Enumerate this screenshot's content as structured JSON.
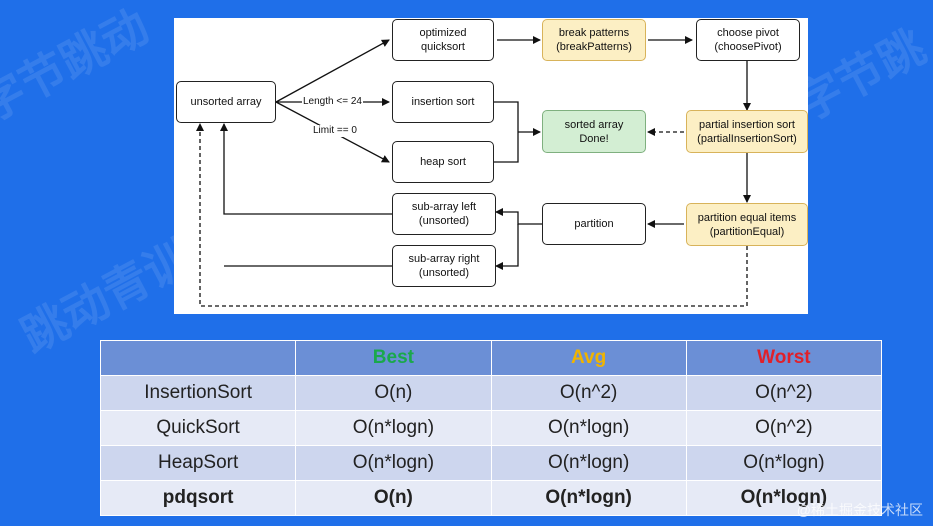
{
  "diagram": {
    "nodes": {
      "unsorted": "unsorted array",
      "optimized_quicksort": "optimized\nquicksort",
      "insertion_sort": "insertion sort",
      "heap_sort": "heap sort",
      "break_patterns": "break patterns\n(breakPatterns)",
      "choose_pivot": "choose pivot\n(choosePivot)",
      "sorted_done": "sorted array\nDone!",
      "partial_insertion": "partial insertion sort\n(partialInsertionSort)",
      "partition_equal": "partition equal items\n(partitionEqual)",
      "partition": "partition",
      "sub_left": "sub-array left\n(unsorted)",
      "sub_right": "sub-array right\n(unsorted)"
    },
    "edge_labels": {
      "length": "Length <= 24",
      "limit": "Limit == 0"
    }
  },
  "table": {
    "headers": [
      "",
      "Best",
      "Avg",
      "Worst"
    ],
    "header_colors": [
      "#222222",
      "#1aa84b",
      "#f0b400",
      "#e0202a"
    ],
    "rows": [
      [
        "InsertionSort",
        "O(n)",
        "O(n^2)",
        "O(n^2)"
      ],
      [
        "QuickSort",
        "O(n*logn)",
        "O(n*logn)",
        "O(n^2)"
      ],
      [
        "HeapSort",
        "O(n*logn)",
        "O(n*logn)",
        "O(n*logn)"
      ],
      [
        "pdqsort",
        "O(n)",
        "O(n*logn)",
        "O(n*logn)"
      ]
    ]
  },
  "footer": {
    "watermark": "@稀土掘金技术社区"
  }
}
